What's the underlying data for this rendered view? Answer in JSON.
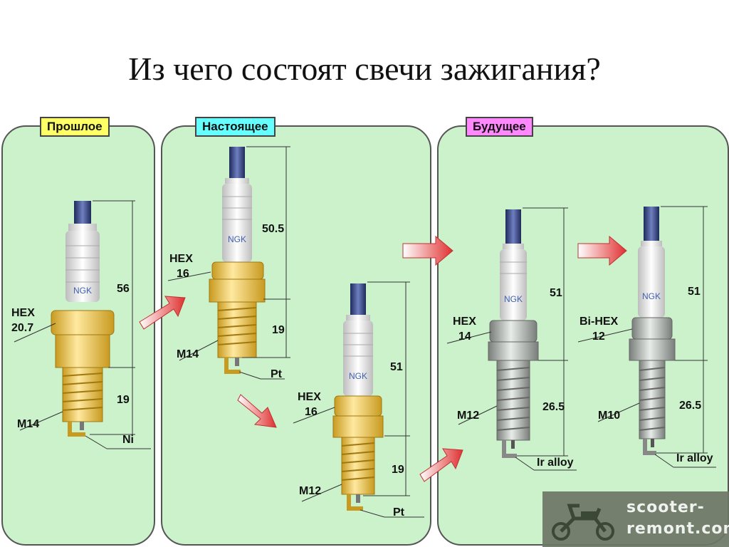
{
  "title": "Из чего состоят свечи зажигания?",
  "panels": {
    "past": {
      "label": "Прошлое",
      "color": "#ffff66"
    },
    "present": {
      "label": "Настоящее",
      "color": "#66ffff"
    },
    "future": {
      "label": "Будущее",
      "color": "#ff88ff"
    }
  },
  "plugs": {
    "past": {
      "brand": "NGK",
      "hex": [
        "HEX",
        "20.7"
      ],
      "thread": "M14",
      "electrode": "Ni",
      "length": "56",
      "reach": "19"
    },
    "present_a": {
      "brand": "NGK",
      "hex": [
        "HEX",
        "16"
      ],
      "thread": "M14",
      "electrode": "Pt",
      "length": "50.5",
      "reach": "19"
    },
    "present_b": {
      "brand": "NGK",
      "hex": [
        "HEX",
        "16"
      ],
      "thread": "M12",
      "electrode": "Pt",
      "length": "51",
      "reach": "19"
    },
    "future_a": {
      "brand": "NGK",
      "hex": [
        "HEX",
        "14"
      ],
      "thread": "M12",
      "electrode": "Ir alloy",
      "length": "51",
      "reach": "26.5"
    },
    "future_b": {
      "brand": "NGK",
      "hex": [
        "Bi-HEX",
        "12"
      ],
      "thread": "M10",
      "electrode": "Ir alloy",
      "length": "51",
      "reach": "26.5"
    }
  },
  "colors": {
    "panel_bg": "#ccf2cc",
    "gold": "#f0c040",
    "porcelain": "#f2f2f2",
    "terminal": "#3a4a8a",
    "steel": "#b0b4b0",
    "arrow": "#e04040"
  },
  "watermark": {
    "line1": "scooter-",
    "line2": "remont.com"
  }
}
